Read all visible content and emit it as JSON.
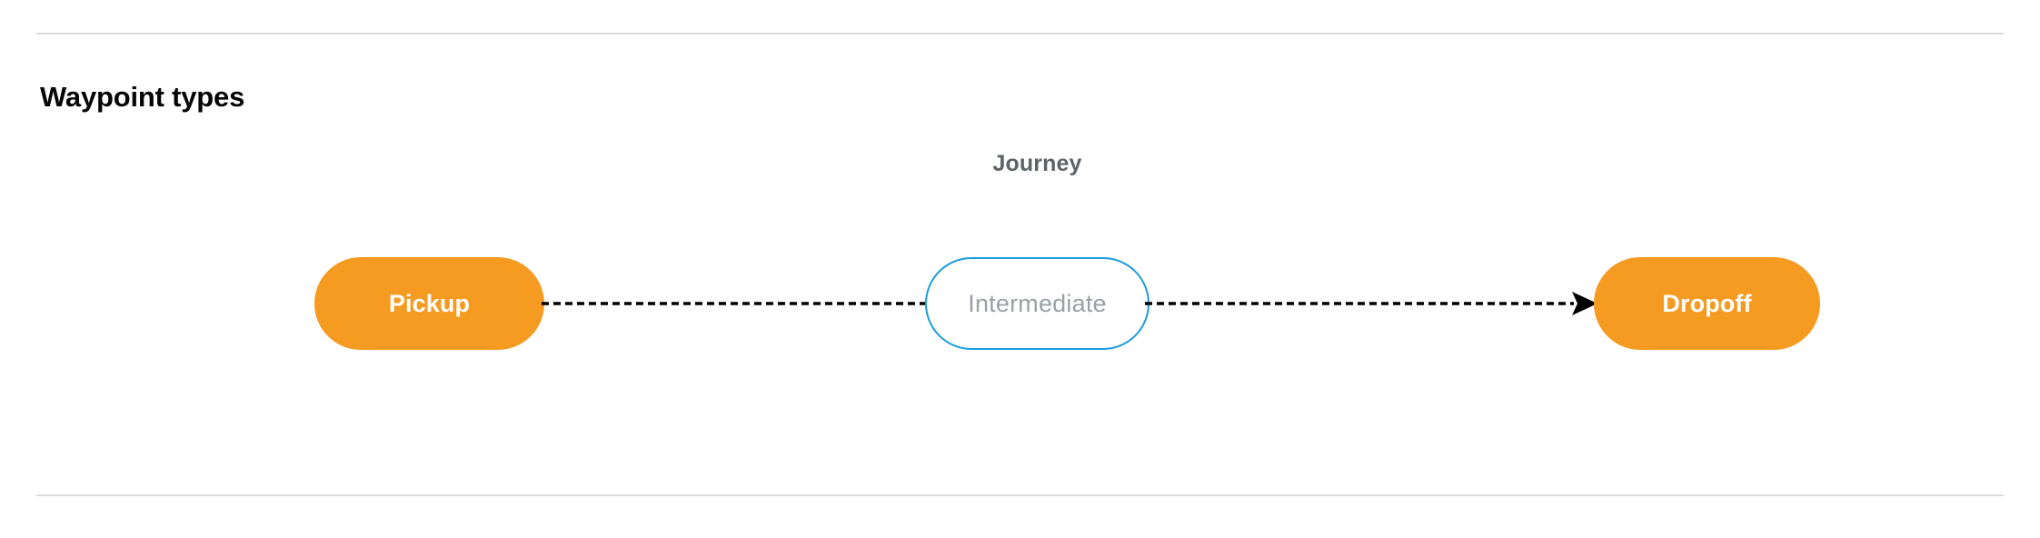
{
  "section": {
    "title": "Waypoint types"
  },
  "diagram": {
    "group_label": "Journey",
    "nodes": [
      {
        "id": "pickup",
        "label": "Pickup",
        "kind": "terminal",
        "fill": "#f59b22",
        "text_color": "#ffffff"
      },
      {
        "id": "intermediate",
        "label": "Intermediate",
        "kind": "intermediate",
        "fill": "#ffffff",
        "border_color": "#1b9ce0",
        "text_color": "#9aa0a6"
      },
      {
        "id": "dropoff",
        "label": "Dropoff",
        "kind": "terminal",
        "fill": "#f59b22",
        "text_color": "#ffffff"
      }
    ],
    "edges": [
      {
        "id": "edge-pickup-intermediate",
        "from": "pickup",
        "to": "intermediate",
        "style": "dashed",
        "arrowhead": false,
        "color": "#000000"
      },
      {
        "id": "edge-intermediate-dropoff",
        "from": "intermediate",
        "to": "dropoff",
        "style": "dashed",
        "arrowhead": true,
        "color": "#000000"
      }
    ]
  },
  "colors": {
    "divider": "#dadce0",
    "title": "#050505",
    "group_label": "#5f6368",
    "accent_orange": "#f59b22",
    "accent_blue": "#1b9ce0",
    "muted_text": "#9aa0a6"
  }
}
